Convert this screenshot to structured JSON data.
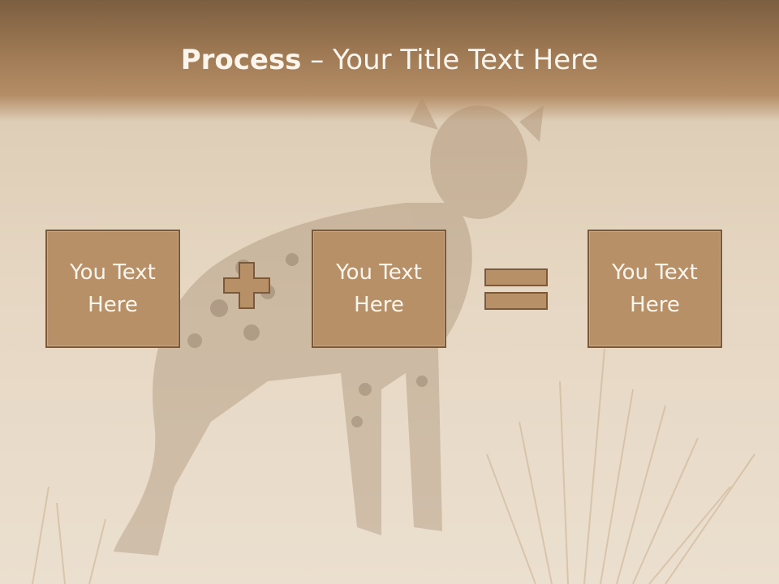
{
  "slide": {
    "title_bold": "Process",
    "title_rest": " – Your Title Text Here",
    "boxes": [
      {
        "label": "You Text Here"
      },
      {
        "label": "You Text Here"
      },
      {
        "label": "You Text Here"
      }
    ],
    "operators": [
      "plus-icon",
      "equals-icon"
    ],
    "colors": {
      "box_fill": "#b79068",
      "box_border": "#7b5a3b",
      "text": "#fbf5ec",
      "title_band": "#9f7a54",
      "background": "#e9dccb"
    }
  }
}
